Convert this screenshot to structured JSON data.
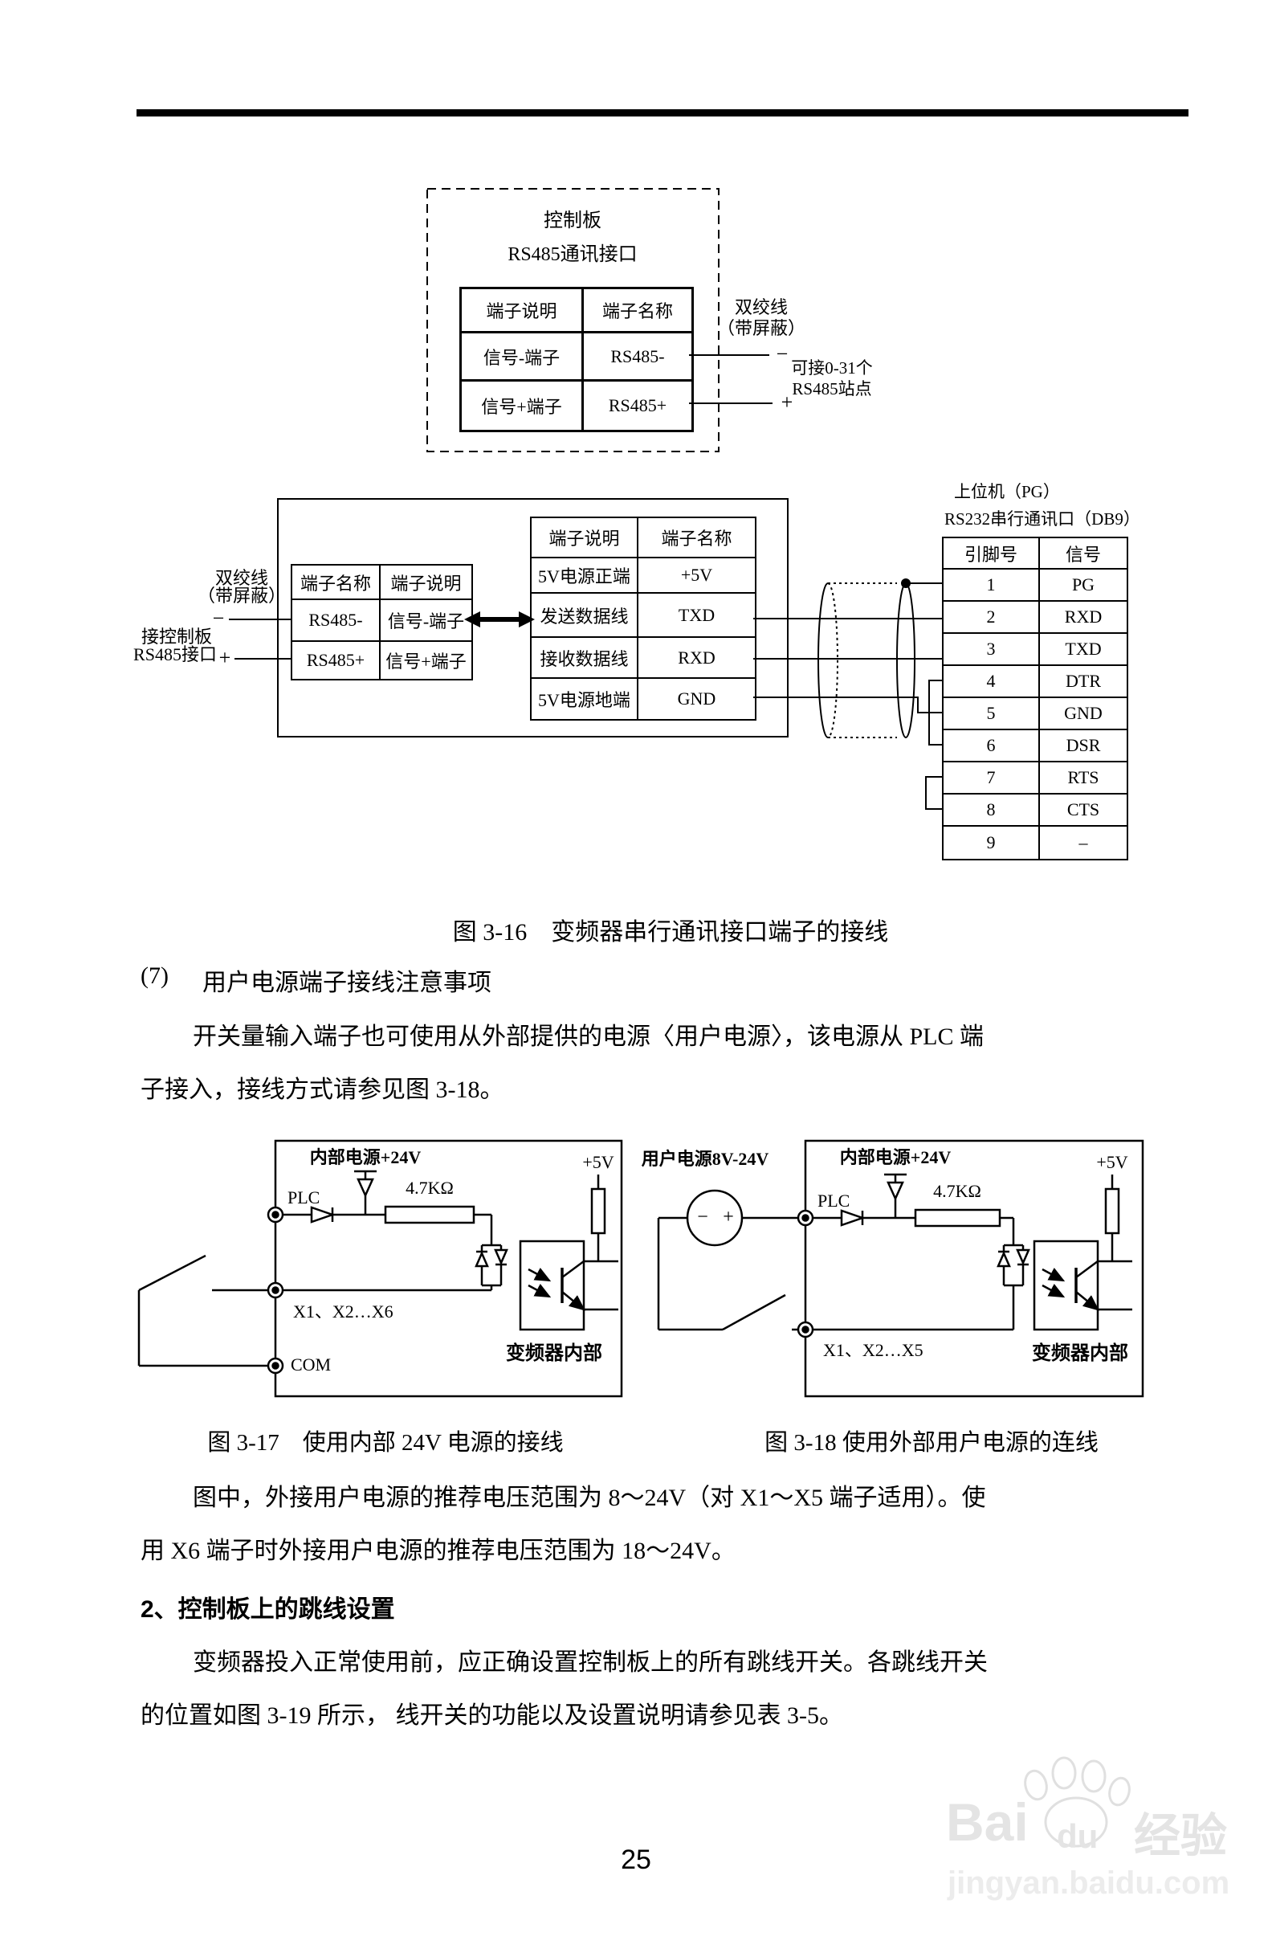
{
  "page": {
    "number": "25"
  },
  "fig316_top": {
    "title_line1": "控制板",
    "title_line2": "RS485通讯接口",
    "table": {
      "headers": [
        "端子说明",
        "端子名称"
      ],
      "rows": [
        [
          "信号-端子",
          "RS485-"
        ],
        [
          "信号+端子",
          "RS485+"
        ]
      ]
    },
    "twisted1": "双绞线",
    "twisted2": "（带屏蔽）",
    "minus_sign": "−",
    "plus_sign": "+",
    "note_line1": "可接0-31个",
    "note_line2": "RS485站点"
  },
  "fig316_mid": {
    "twisted1": "双绞线",
    "twisted2": "（带屏蔽）",
    "conn_line1": "接控制板",
    "conn_line2": "RS485接口",
    "minus_sign": "−",
    "plus_sign": "+",
    "left_table": {
      "headers": [
        "端子名称",
        "端子说明"
      ],
      "rows": [
        [
          "RS485-",
          "信号-端子"
        ],
        [
          "RS485+",
          "信号+端子"
        ]
      ]
    },
    "mid_table": {
      "headers": [
        "端子说明",
        "端子名称"
      ],
      "rows": [
        [
          "5V电源正端",
          "+5V"
        ],
        [
          "发送数据线",
          "TXD"
        ],
        [
          "接收数据线",
          "RXD"
        ],
        [
          "5V电源地端",
          "GND"
        ]
      ]
    },
    "host_title1": "上位机（PG）",
    "host_title2": "RS232串行通讯口（DB9）",
    "db9": {
      "headers": [
        "引脚号",
        "信号"
      ],
      "rows": [
        [
          "1",
          "PG"
        ],
        [
          "2",
          "RXD"
        ],
        [
          "3",
          "TXD"
        ],
        [
          "4",
          "DTR"
        ],
        [
          "5",
          "GND"
        ],
        [
          "6",
          "DSR"
        ],
        [
          "7",
          "RTS"
        ],
        [
          "8",
          "CTS"
        ],
        [
          "9",
          "–"
        ]
      ]
    }
  },
  "caption316": "图 3-16　变频器串行通讯接口端子的接线",
  "item7": {
    "label": "(7)",
    "title": "用户电源端子接线注意事项"
  },
  "para1_line1": "开关量输入端子也可使用从外部提供的电源〈用户电源〉，该电源从 PLC 端",
  "para1_line2": "子接入，接线方式请参见图 3-18。",
  "fig317": {
    "internal_power": "内部电源+24V",
    "plc": "PLC",
    "resistor": "4.7KΩ",
    "v5": "+5V",
    "terminals": "X1、X2…X6",
    "com": "COM",
    "inverter_internal": "变频器内部"
  },
  "fig318": {
    "user_power": "用户电源8V-24V",
    "minus_sign": "−",
    "plus_sign": "+",
    "internal_power": "内部电源+24V",
    "plc": "PLC",
    "resistor": "4.7KΩ",
    "v5": "+5V",
    "terminals": "X1、X2…X5",
    "inverter_internal": "变频器内部"
  },
  "caption317": "图 3-17　使用内部 24V 电源的接线",
  "caption318": "图 3-18  使用外部用户电源的连线",
  "para2_line1": "图中，外接用户电源的推荐电压范围为 8～24V（对 X1～X5 端子适用）。使",
  "para2_line2": "用 X6 端子时外接用户电源的推荐电压范围为 18～24V。",
  "section2": {
    "heading": "2、控制板上的跳线设置",
    "line1": "变频器投入正常使用前，应正确设置控制板上的所有跳线开关。各跳线开关",
    "line2": "的位置如图 3-19 所示， 线开关的功能以及设置说明请参见表 3-5。"
  },
  "watermark": {
    "brand_latin": "Bai",
    "brand_du": "du",
    "brand_cn": "经验",
    "url": "jingyan.baidu.com"
  },
  "colors": {
    "line": "#000000",
    "watermark": "#e4e4e4"
  }
}
